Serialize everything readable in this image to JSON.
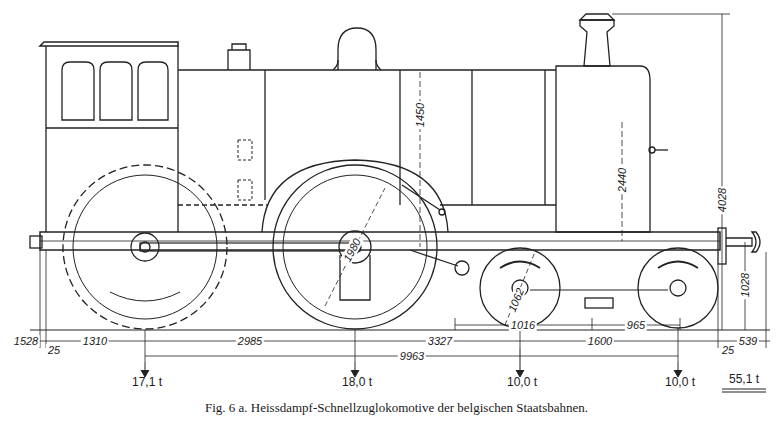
{
  "diagram": {
    "caption": "Fig. 6 a. Heissdampf-Schnellzuglokomotive der belgischen Staatsbahnen.",
    "labels": [
      "1450",
      "2440",
      "4028",
      "1980",
      "1062",
      "1028",
      "1016",
      "965",
      "1528",
      "25",
      "1310",
      "2985",
      "3327",
      "1600",
      "25",
      "539",
      "9963",
      "17,1 t",
      "18,0 t",
      "10,0 t",
      "10,0 t",
      "55,1 t"
    ]
  }
}
